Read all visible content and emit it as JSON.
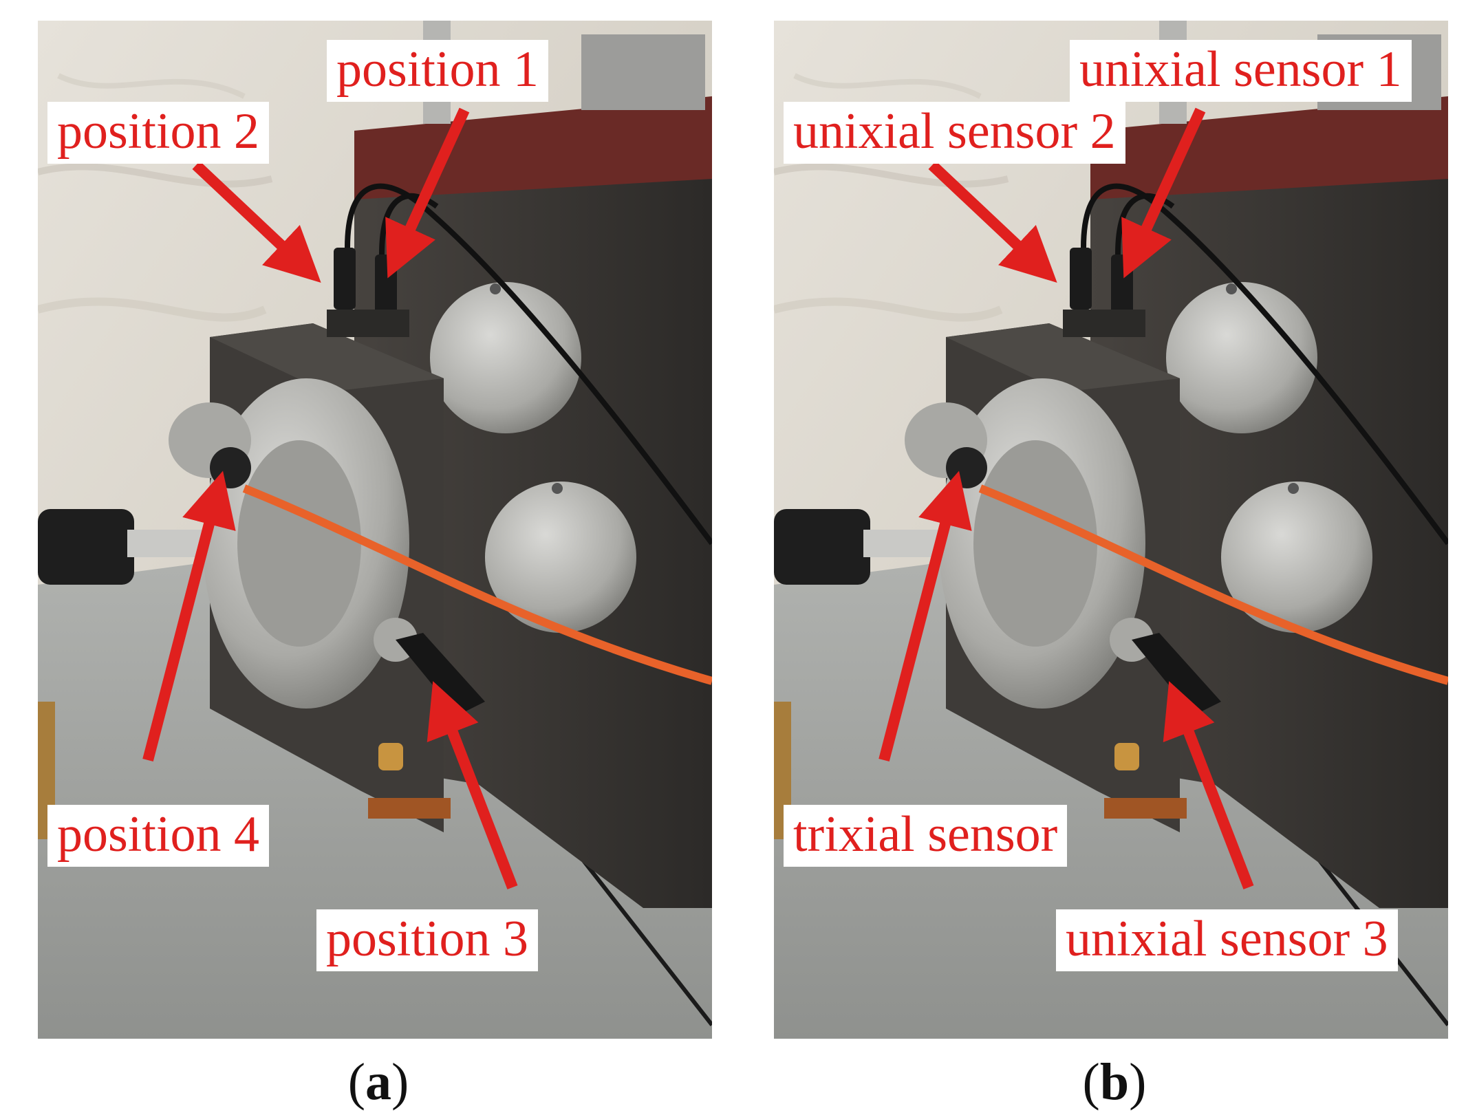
{
  "panels": [
    {
      "id": "a",
      "labels": {
        "top_right": "position 1",
        "top_left": "position 2",
        "bottom_right": "position 3",
        "bottom_left": "position 4"
      },
      "caption": {
        "open": "(",
        "letter": "a",
        "close": ")"
      }
    },
    {
      "id": "b",
      "labels": {
        "top_right": "unixial sensor 1",
        "top_left": "unixial sensor 2",
        "bottom_right": "unixial sensor 3",
        "bottom_left": "trixial sensor"
      },
      "caption": {
        "open": "(",
        "letter": "b",
        "close": ")"
      }
    }
  ],
  "colors": {
    "annotation_red": "#e0201e",
    "cable_orange": "#e8622a",
    "machine_dark": "#3a3735",
    "housing_red": "#6a2a26",
    "aluminum": "#b8b8b6",
    "backdrop": "#dcd8d0",
    "table_gray": "#a9aba8"
  }
}
